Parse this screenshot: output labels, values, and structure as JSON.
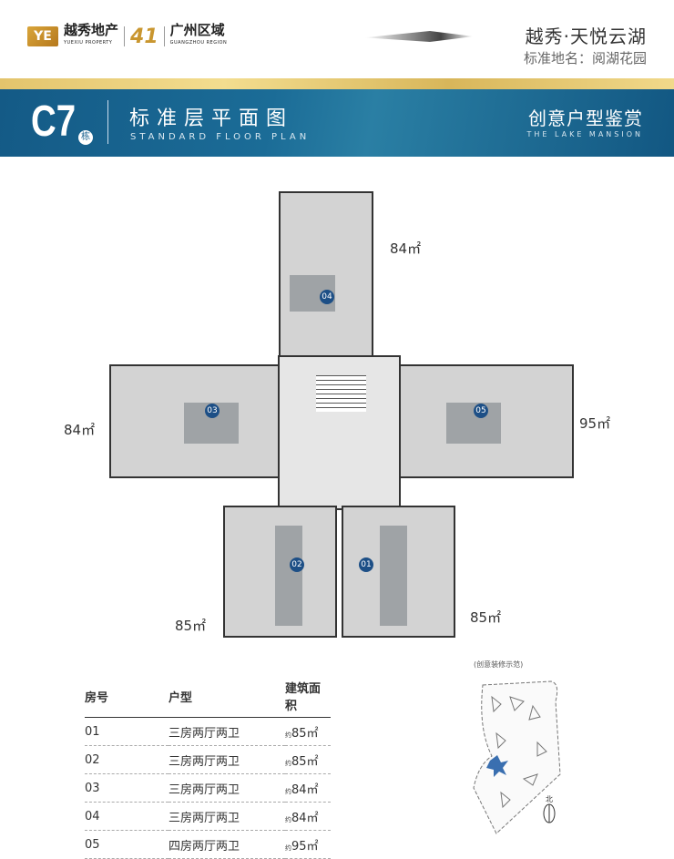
{
  "header": {
    "brand_name": "越秀地产",
    "brand_en": "YUEXIU PROPERTY",
    "anniversary": "41",
    "region": "广州区域",
    "region_en": "GUANGZHOU REGION",
    "project": "越秀·天悦云湖",
    "standard_name": "标准地名：阅湖花园"
  },
  "banner": {
    "building": "C7",
    "building_suffix": "栋",
    "title": "标准层平面图",
    "title_en": "STANDARD FLOOR PLAN",
    "right_title": "创意户型鉴赏",
    "right_en": "THE LAKE MANSION"
  },
  "plan": {
    "units": [
      {
        "no": "04",
        "area": "84㎡"
      },
      {
        "no": "03",
        "area": "84㎡"
      },
      {
        "no": "05",
        "area": "95㎡"
      },
      {
        "no": "02",
        "area": "85㎡"
      },
      {
        "no": "01",
        "area": "85㎡"
      }
    ]
  },
  "table": {
    "headers": [
      "房号",
      "户型",
      "建筑面积"
    ],
    "prefix": "约",
    "rows": [
      [
        "01",
        "三房两厅两卫",
        "85㎡"
      ],
      [
        "02",
        "三房两厅两卫",
        "85㎡"
      ],
      [
        "03",
        "三房两厅两卫",
        "84㎡"
      ],
      [
        "04",
        "三房两厅两卫",
        "84㎡"
      ],
      [
        "05",
        "四房两厅两卫",
        "95㎡"
      ]
    ]
  },
  "site_plan": {
    "caption": "(创意装修示范)",
    "north": "北"
  },
  "colors": {
    "banner": "#1b6c97",
    "gold": "#e3c46c",
    "badge": "#1d4f86"
  }
}
